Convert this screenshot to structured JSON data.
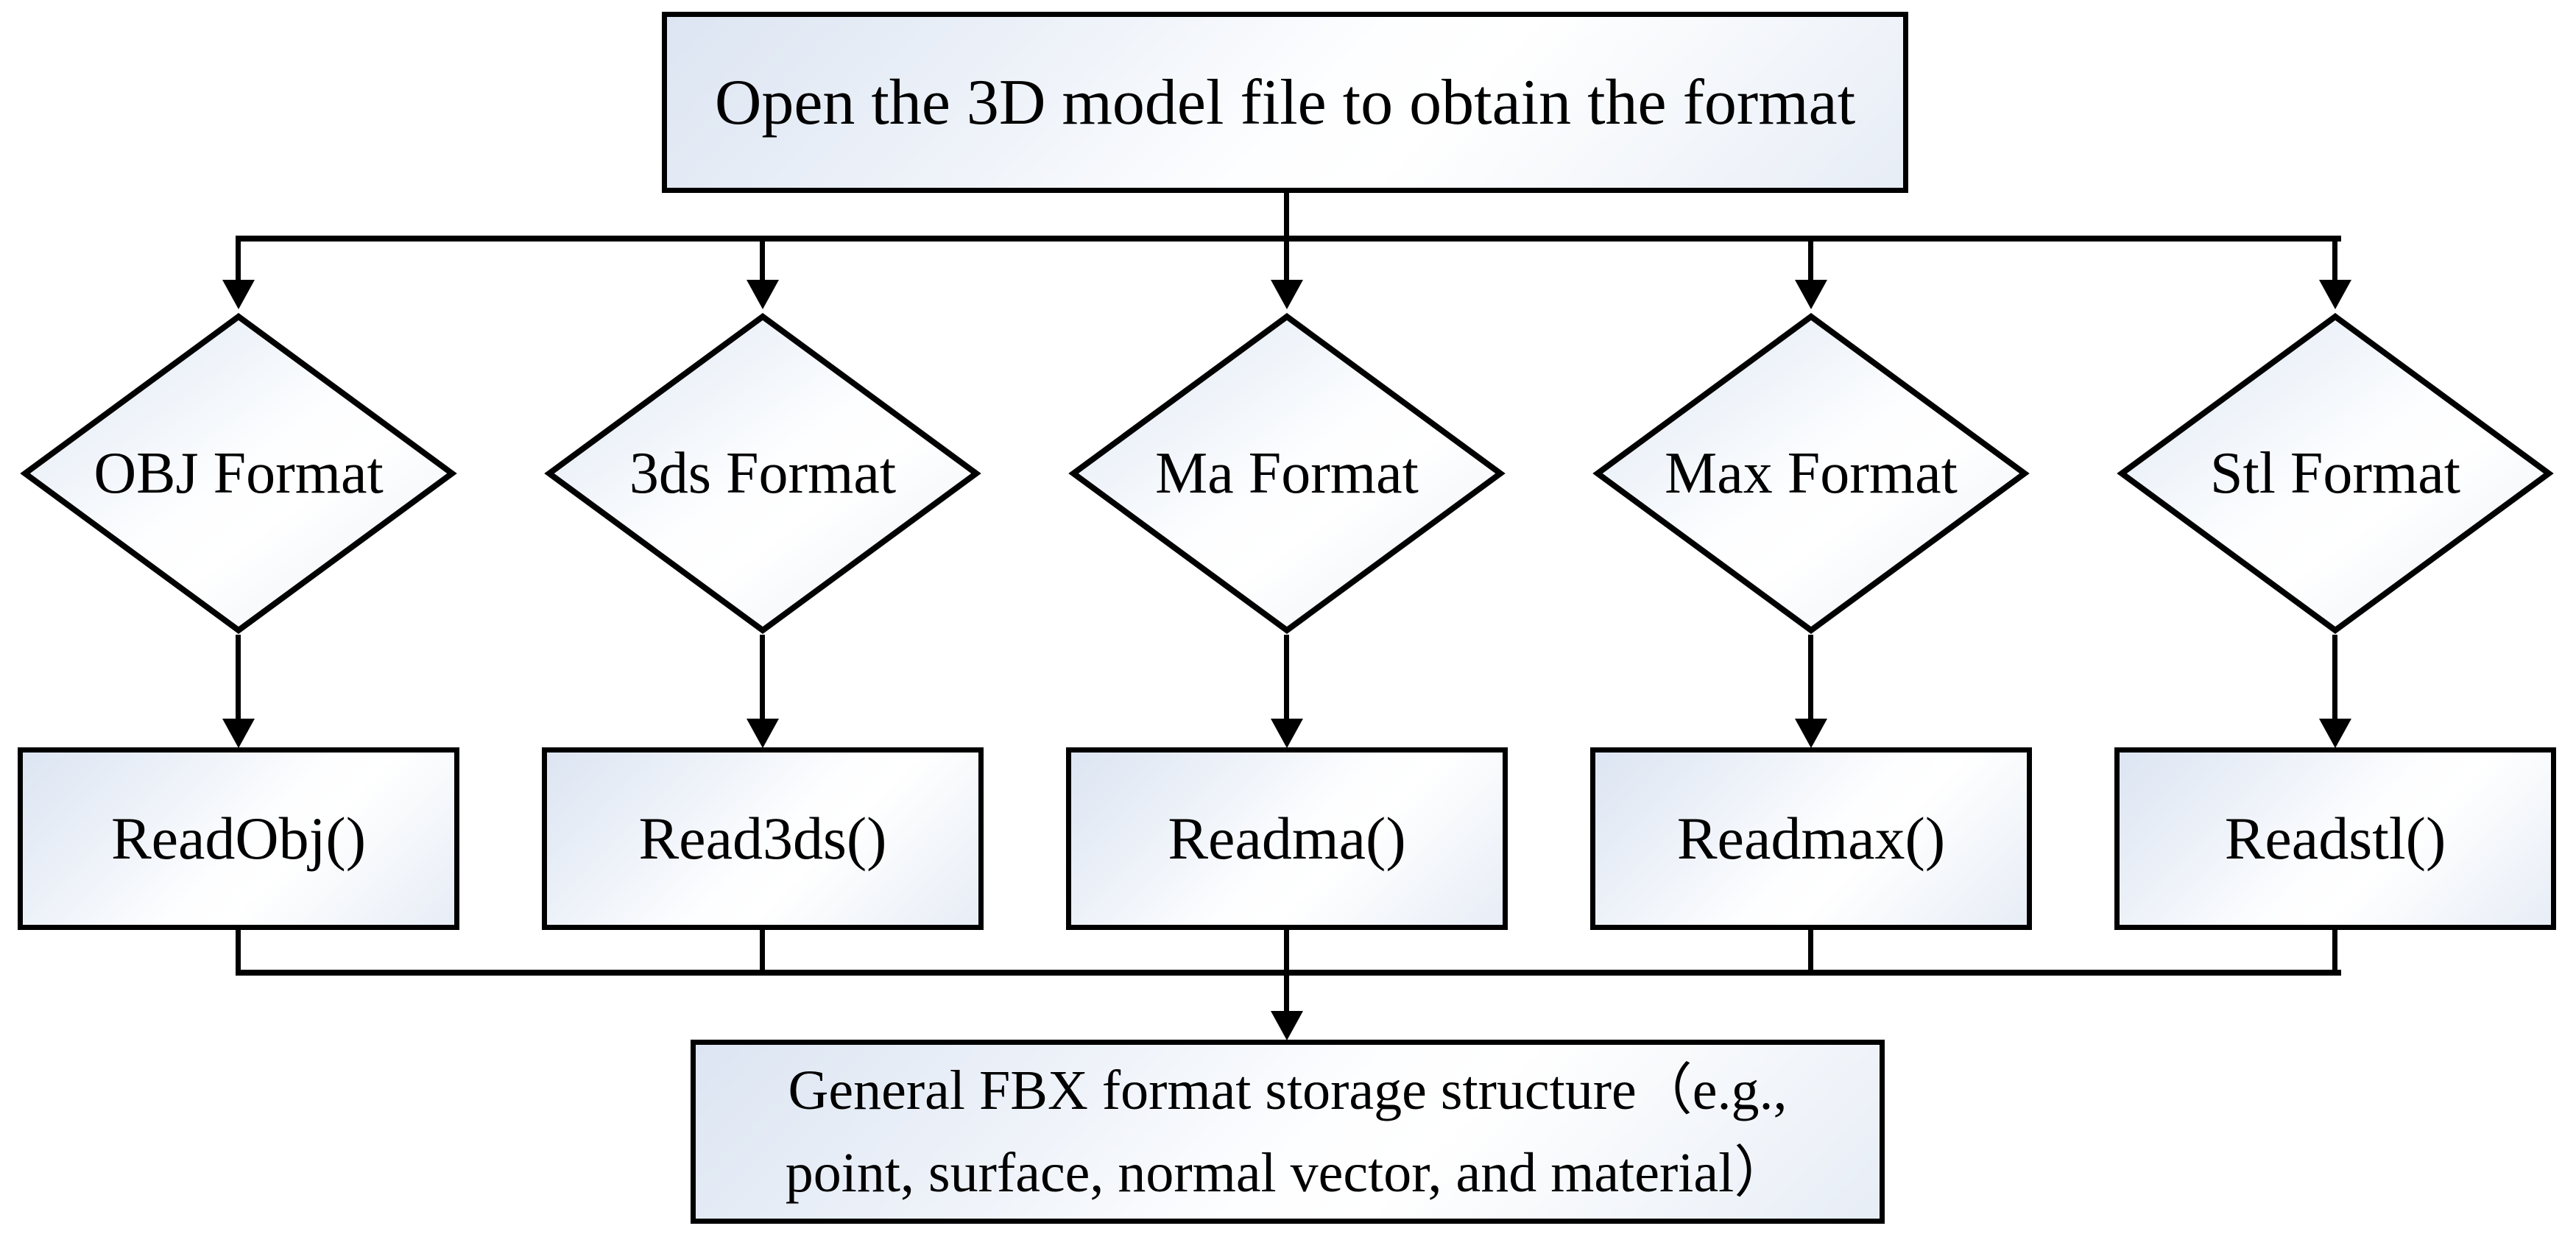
{
  "flowchart": {
    "title_box": {
      "label": "Open the 3D model file to obtain the format"
    },
    "decisions": [
      {
        "label": "OBJ Format"
      },
      {
        "label": "3ds Format"
      },
      {
        "label": "Ma Format"
      },
      {
        "label": "Max Format"
      },
      {
        "label": "Stl Format"
      }
    ],
    "readers": [
      {
        "label": "ReadObj()"
      },
      {
        "label": "Read3ds()"
      },
      {
        "label": "Readma()"
      },
      {
        "label": "Readmax()"
      },
      {
        "label": "Readstl()"
      }
    ],
    "output_box": {
      "line1": "General FBX format storage structure（e.g.,",
      "line2": "point, surface, normal vector, and material）"
    },
    "colors": {
      "stroke": "#000000",
      "fill_light": "#dce5f2",
      "fill_white": "#ffffff"
    }
  }
}
